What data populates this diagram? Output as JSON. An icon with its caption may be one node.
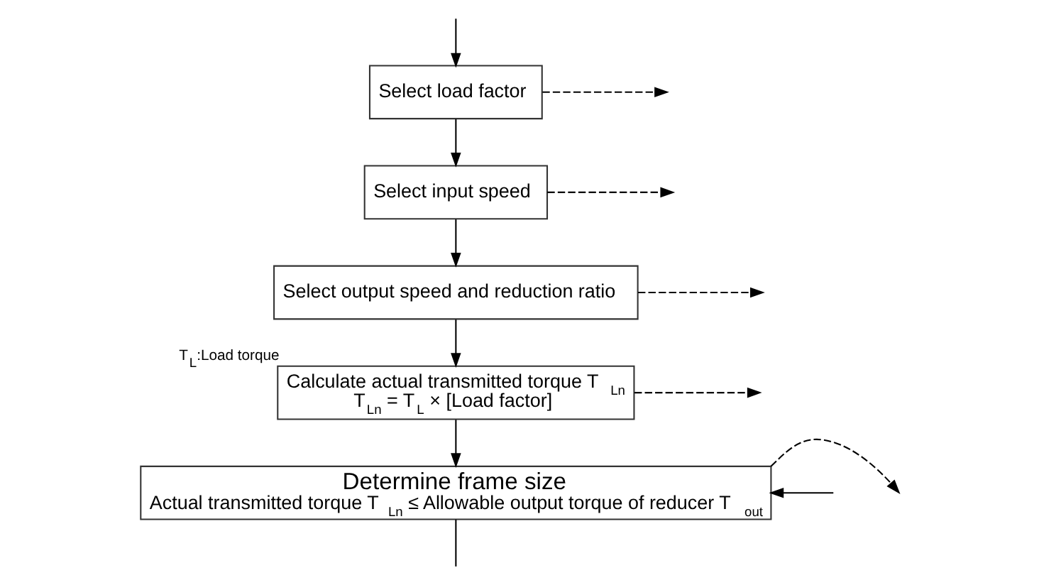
{
  "diagram": {
    "nodes": [
      {
        "text": [
          "Select load factor"
        ]
      },
      {
        "text": [
          "Select input speed"
        ]
      },
      {
        "text": [
          "Select output speed and reduction ratio"
        ]
      },
      {
        "text": [
          "Calculate actual transmitted torque T$_{Ln}$",
          "T$_{Ln}$ = T$_{L}$ × [Load factor]"
        ],
        "beside": [
          "T$_{L}$:Load torque"
        ]
      },
      {
        "text": [
          "Determine frame size",
          "Actual transmitted torque T$_{Ln}$ ≤ Allowable output torque of reducer T$_{out}$"
        ]
      }
    ],
    "edges": [
      {
        "from": 0,
        "to": null,
        "arrow": "to",
        "style": "dashed"
      },
      {
        "from": 0,
        "to": 1,
        "arrow": "to"
      },
      {
        "from": 1,
        "to": 2,
        "arrow": "to"
      },
      {
        "from": 2,
        "to": 3,
        "arrow": "to"
      },
      {
        "from": 3,
        "to": 4,
        "arrow": "to"
      },
      {
        "from": null,
        "to": 0,
        "arrow": "to"
      },
      {
        "from": 1,
        "to": null,
        "arrow": "to",
        "style": "dashed"
      },
      {
        "from": 2,
        "to": null,
        "arrow": "to",
        "style": "dashed"
      },
      {
        "from": 3,
        "to": null,
        "arrow": "to",
        "style": "dashed"
      },
      {
        "from": 4,
        "to": null,
        "arrow": "to",
        "style": "dashed"
      },
      {
        "from": null,
        "to": 4,
        "arrow": "to"
      },
      {
        "from": 4,
        "to": null,
        "arrow": "none"
      }
    ]
  }
}
